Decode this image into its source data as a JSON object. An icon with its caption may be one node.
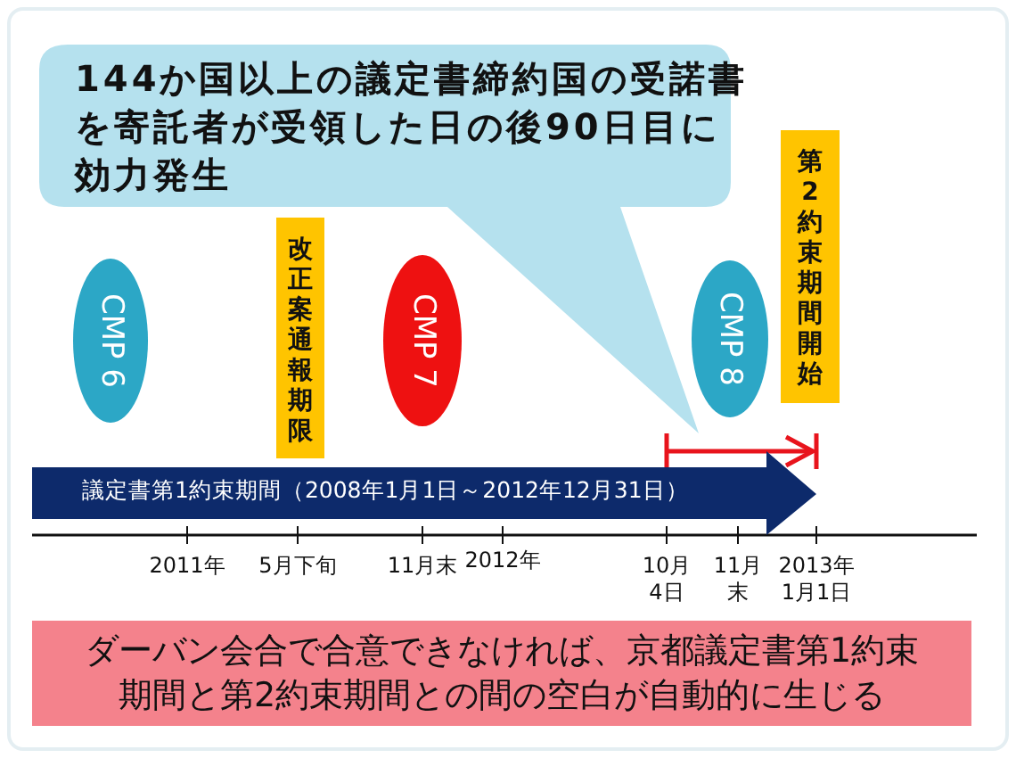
{
  "diagram": {
    "nodes": [
      {
        "text": [
          "144か国以上の議定書締約国の受諾書を寄託者が受領した日の後90日目に効力発生"
        ]
      },
      {
        "text": [
          "CMP 6"
        ]
      },
      {
        "text": [
          "改正案通報期限"
        ]
      },
      {
        "text": [
          "CMP 7"
        ]
      },
      {
        "text": [
          "CMP 8"
        ]
      },
      {
        "text": [
          "第2約束期間開始"
        ]
      },
      {
        "text": [
          "議定書第1約束期間（2008年1月1日～2012年12月31日）"
        ]
      },
      {
        "text": [
          "ダーバン会合で合意できなければ、京都議定書第1約束期間と第2約束期間との間の空白が自動的に生じる"
        ]
      }
    ],
    "labels": [
      "2011年",
      "5月下旬",
      "11月末",
      "2012年",
      "10月4日",
      "11月末",
      "2013年1月1日"
    ]
  }
}
